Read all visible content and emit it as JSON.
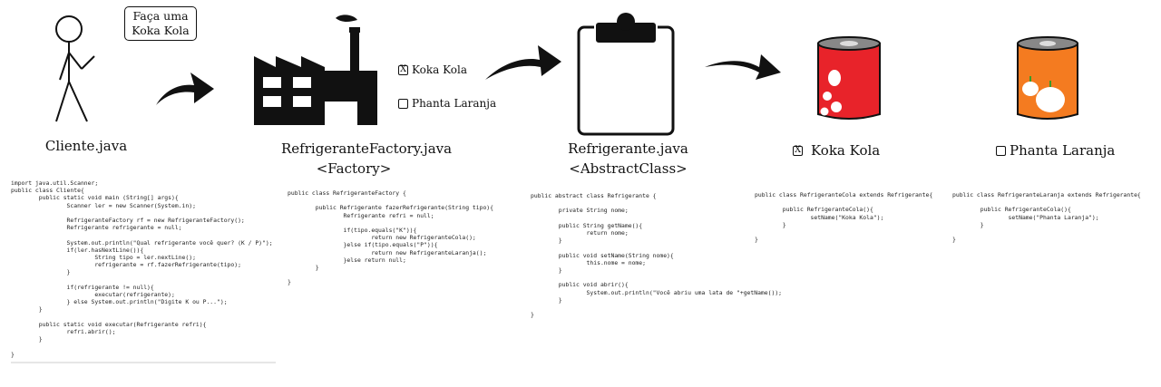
{
  "cliente": {
    "title": "Cliente.java",
    "speech": [
      "Faça uma",
      "Koka Kola"
    ],
    "code": [
      "import java.util.Scanner;",
      "public class Cliente{",
      "        public static void main (String[] args){",
      "                Scanner ler = new Scanner(System.in);",
      "",
      "                RefrigeranteFactory rf = new RefrigeranteFactory();",
      "                Refrigerante refrigerante = null;",
      "",
      "                System.out.println(\"Qual refrigerante você quer? (K / P)\");",
      "                if(ler.hasNextLine()){",
      "                        String tipo = ler.nextLine();",
      "                        refrigerante = rf.fazerRefrigerante(tipo);",
      "                }",
      "",
      "                if(refrigerante != null){",
      "                        executar(refrigerante);",
      "                } else System.out.println(\"Digite K ou P...\");",
      "        }",
      "",
      "        public static void executar(Refrigerante refri){",
      "                refri.abrir();",
      "        }",
      "",
      "}"
    ]
  },
  "factory": {
    "title": "RefrigeranteFactory.java",
    "stereotype": "<Factory>",
    "options": [
      {
        "mark": "X",
        "label": "Koka Kola",
        "checked": true
      },
      {
        "mark": "",
        "label": "Phanta Laranja",
        "checked": false
      }
    ],
    "code": [
      "public class RefrigeranteFactory {",
      "",
      "        public Refrigerante fazerRefrigerante(String tipo){",
      "                Refrigerante refri = null;",
      "",
      "                if(tipo.equals(\"K\")){",
      "                        return new RefrigeranteCola();",
      "                }else if(tipo.equals(\"P\")){",
      "                        return new RefrigeranteLaranja();",
      "                }else return null;",
      "        }",
      "",
      "}"
    ]
  },
  "abstract": {
    "title": "Refrigerante.java",
    "stereotype": "<AbstractClass>",
    "code": [
      "public abstract class Refrigerante {",
      "",
      "        private String nome;",
      "",
      "        public String getName(){",
      "                return nome;",
      "        }",
      "",
      "        public void setName(String nome){",
      "                this.nome = nome;",
      "        }",
      "",
      "        public void abrir(){",
      "                System.out.println(\"Você abriu uma lata de \"+getName());",
      "        }",
      "",
      "}"
    ]
  },
  "cola": {
    "mark": "X",
    "title": "Koka Kola",
    "color": "#e8232a",
    "code": [
      "public class RefrigeranteCola extends Refrigerante{",
      "",
      "        public RefrigeranteCola(){",
      "                setName(\"Koka Kola\");",
      "        }",
      "",
      "}"
    ]
  },
  "laranja": {
    "mark": "",
    "title": "Phanta Laranja",
    "color": "#f47b20",
    "code": [
      "public class RefrigeranteLaranja extends Refrigerante{",
      "",
      "        public RefrigeranteCola(){",
      "                setName(\"Phanta Laranja\");",
      "        }",
      "",
      "}"
    ]
  }
}
